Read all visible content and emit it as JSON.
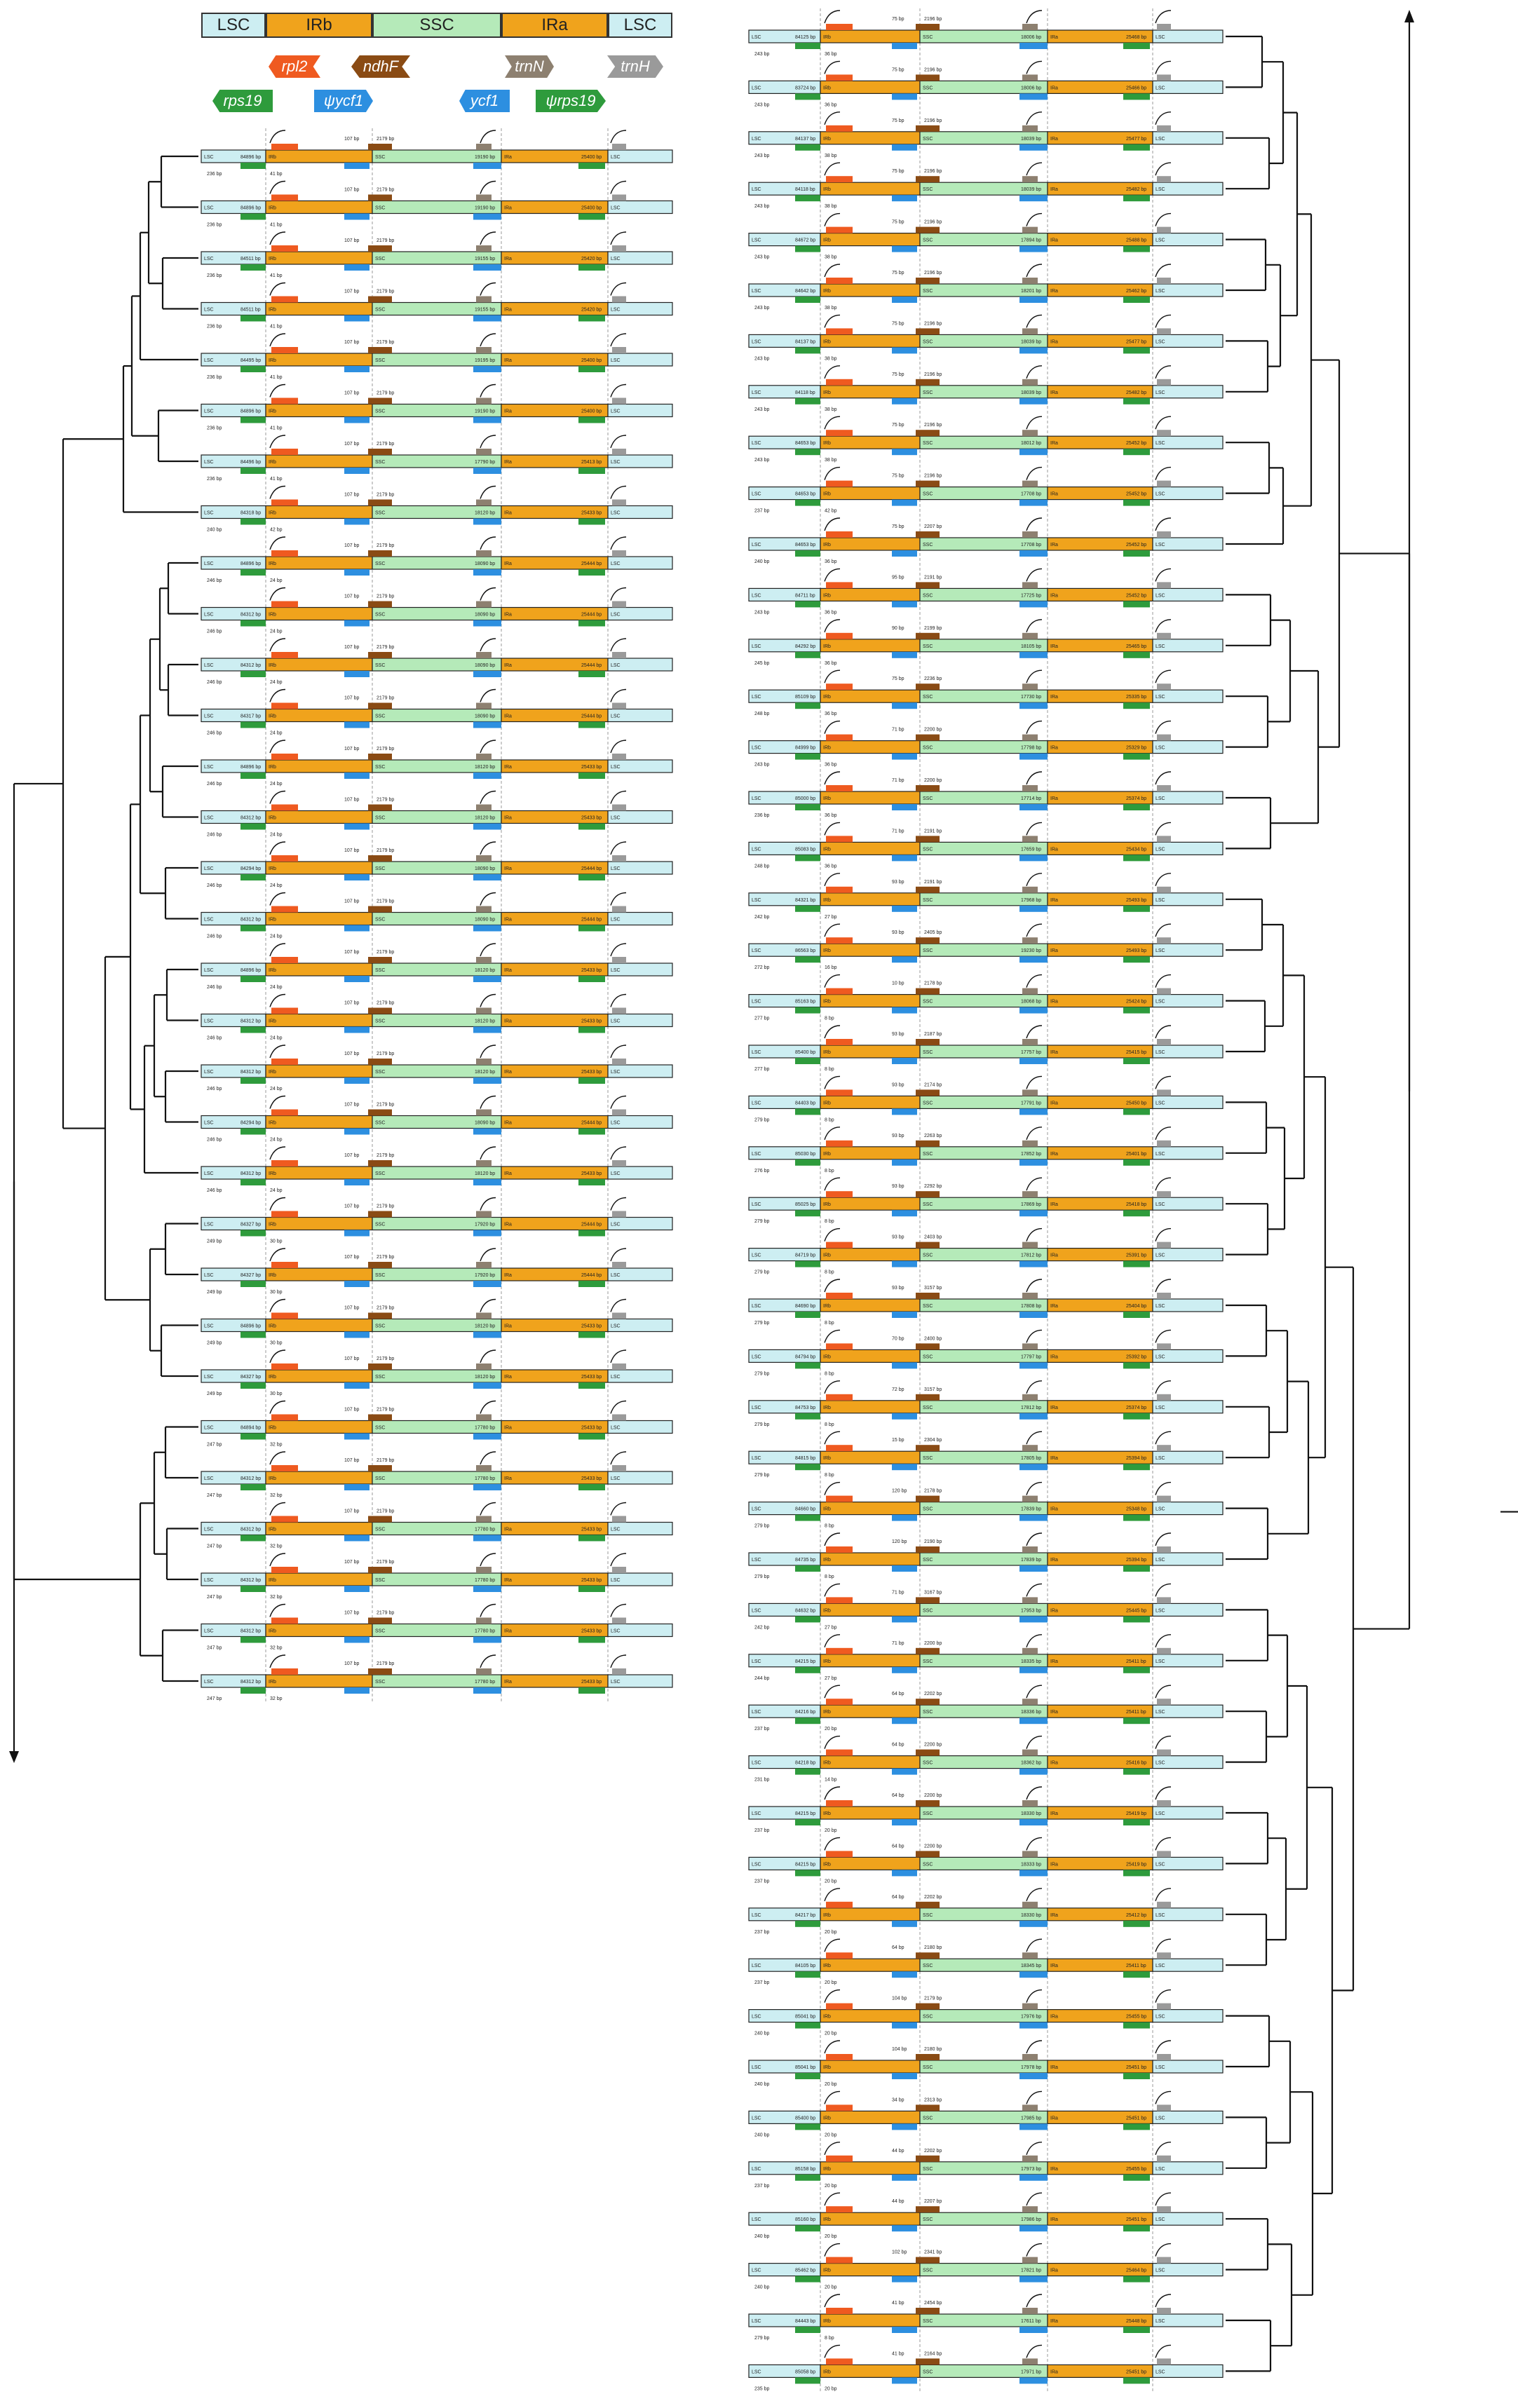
{
  "legend": {
    "regions": [
      {
        "id": "lsc1",
        "label": "LSC",
        "color": "#cdeef2"
      },
      {
        "id": "irb",
        "label": "IRb",
        "color": "#f0a31c"
      },
      {
        "id": "ssc",
        "label": "SSC",
        "color": "#b5eab9"
      },
      {
        "id": "ira",
        "label": "IRa",
        "color": "#f0a31c"
      },
      {
        "id": "lsc2",
        "label": "LSC",
        "color": "#cdeef2"
      }
    ],
    "genes_top": [
      {
        "name": "rpl2",
        "color": "#ef5a20",
        "text_color": "#ffffff"
      },
      {
        "name": "ndhF",
        "color": "#8a4b14",
        "text_color": "#ffffff"
      },
      {
        "name": "trnN",
        "color": "#8d8070",
        "text_color": "#ffffff"
      },
      {
        "name": "trnH",
        "color": "#9a9a9a",
        "text_color": "#ffffff"
      }
    ],
    "genes_bottom": [
      {
        "name": "rps19",
        "color": "#2e9b3c",
        "text_color": "#ffffff"
      },
      {
        "name": "ψycf1",
        "color": "#2d8fe0",
        "text_color": "#ffffff"
      },
      {
        "name": "ycf1",
        "color": "#2d8fe0",
        "text_color": "#ffffff"
      },
      {
        "name": "ψrps19",
        "color": "#2e9b3c",
        "text_color": "#ffffff"
      }
    ]
  },
  "colors": {
    "lsc": "#cdeef2",
    "ir": "#f0a31c",
    "ssc": "#b5eab9",
    "rpl2": "#ef5a20",
    "ndhF": "#8a4b14",
    "trnN": "#8d8070",
    "trnH": "#9a9a9a",
    "ycf1": "#2d8fe0",
    "rps19": "#2e9b3c",
    "tree": "#111111",
    "dashed": "#999999"
  },
  "track_labels": {
    "lsc": "LSC",
    "irb": "IRb",
    "ssc": "SSC",
    "ira": "IRa"
  },
  "column_left": {
    "genomes": 31,
    "lsc_lengths": [
      "84896 bp",
      "84896 bp",
      "84511 bp",
      "84511 bp",
      "84495 bp",
      "84896 bp",
      "84496 bp",
      "84318 bp",
      "84896 bp",
      "84312 bp",
      "84312 bp",
      "84317 bp",
      "84896 bp",
      "84312 bp",
      "84294 bp",
      "84312 bp",
      "84896 bp",
      "84312 bp",
      "84312 bp",
      "84294 bp",
      "84312 bp",
      "84327 bp",
      "84327 bp",
      "84896 bp",
      "84327 bp",
      "84894 bp",
      "84312 bp",
      "84312 bp",
      "84312 bp",
      "84312 bp",
      "84312 bp"
    ],
    "ir_lengths": [
      "25400 bp",
      "25400 bp",
      "25420 bp",
      "25420 bp",
      "25400 bp",
      "25400 bp",
      "25413 bp",
      "25433 bp",
      "25444 bp",
      "25444 bp",
      "25444 bp",
      "25444 bp",
      "25433 bp",
      "25433 bp",
      "25444 bp",
      "25444 bp",
      "25433 bp",
      "25433 bp",
      "25433 bp",
      "25444 bp",
      "25433 bp",
      "25444 bp",
      "25444 bp",
      "25433 bp",
      "25433 bp",
      "25433 bp",
      "25433 bp",
      "25433 bp",
      "25433 bp",
      "25433 bp",
      "25433 bp"
    ],
    "ssc_lengths": [
      "19190 bp",
      "19190 bp",
      "19155 bp",
      "19155 bp",
      "19195 bp",
      "19190 bp",
      "17790 bp",
      "18120 bp",
      "18090 bp",
      "18090 bp",
      "18090 bp",
      "18090 bp",
      "18120 bp",
      "18120 bp",
      "18090 bp",
      "18090 bp",
      "18120 bp",
      "18120 bp",
      "18120 bp",
      "18090 bp",
      "18120 bp",
      "17920 bp",
      "17920 bp",
      "18120 bp",
      "18120 bp",
      "17780 bp",
      "17780 bp",
      "17780 bp",
      "17780 bp",
      "17780 bp",
      "17780 bp"
    ],
    "top_labels": [
      "2179 bp",
      "2179 bp",
      "2179 bp",
      "2179 bp",
      "2179 bp",
      "2179 bp",
      "2179 bp",
      "2179 bp",
      "2179 bp",
      "2179 bp",
      "2179 bp",
      "2179 bp",
      "2179 bp",
      "2179 bp",
      "2179 bp",
      "2179 bp",
      "2179 bp",
      "2179 bp",
      "2179 bp",
      "2179 bp",
      "2179 bp",
      "2179 bp",
      "2179 bp",
      "2179 bp",
      "2179 bp",
      "2179 bp",
      "2179 bp",
      "2179 bp",
      "2179 bp",
      "2179 bp",
      "2179 bp"
    ],
    "mid_labels": [
      "107 bp",
      "107 bp",
      "107 bp",
      "107 bp",
      "107 bp",
      "107 bp",
      "107 bp",
      "107 bp",
      "107 bp",
      "107 bp",
      "107 bp",
      "107 bp",
      "107 bp",
      "107 bp",
      "107 bp",
      "107 bp",
      "107 bp",
      "107 bp",
      "107 bp",
      "107 bp",
      "107 bp",
      "107 bp",
      "107 bp",
      "107 bp",
      "107 bp",
      "107 bp",
      "107 bp",
      "107 bp",
      "107 bp",
      "107 bp",
      "107 bp"
    ],
    "left_bottom_labels": [
      "236 bp",
      "236 bp",
      "236 bp",
      "236 bp",
      "236 bp",
      "236 bp",
      "236 bp",
      "240 bp",
      "246 bp",
      "246 bp",
      "246 bp",
      "246 bp",
      "246 bp",
      "246 bp",
      "246 bp",
      "246 bp",
      "246 bp",
      "246 bp",
      "246 bp",
      "246 bp",
      "246 bp",
      "249 bp",
      "249 bp",
      "249 bp",
      "249 bp",
      "247 bp",
      "247 bp",
      "247 bp",
      "247 bp",
      "247 bp",
      "247 bp"
    ],
    "right_bottom_labels": [
      "41 bp",
      "41 bp",
      "41 bp",
      "41 bp",
      "41 bp",
      "41 bp",
      "41 bp",
      "42 bp",
      "24 bp",
      "24 bp",
      "24 bp",
      "24 bp",
      "24 bp",
      "24 bp",
      "24 bp",
      "24 bp",
      "24 bp",
      "24 bp",
      "24 bp",
      "24 bp",
      "24 bp",
      "30 bp",
      "30 bp",
      "30 bp",
      "30 bp",
      "32 bp",
      "32 bp",
      "32 bp",
      "32 bp",
      "32 bp",
      "32 bp"
    ]
  },
  "column_right": {
    "genomes": 47,
    "lsc_lengths": [
      "84125 bp",
      "83724 bp",
      "84137 bp",
      "84118 bp",
      "84672 bp",
      "84642 bp",
      "84137 bp",
      "84118 bp",
      "84653 bp",
      "84653 bp",
      "84653 bp",
      "84711 bp",
      "84292 bp",
      "85109 bp",
      "84999 bp",
      "85000 bp",
      "85083 bp",
      "84321 bp",
      "86563 bp",
      "85163 bp",
      "85400 bp",
      "84403 bp",
      "85030 bp",
      "85025 bp",
      "84719 bp",
      "84690 bp",
      "84794 bp",
      "84753 bp",
      "84815 bp",
      "84660 bp",
      "84735 bp",
      "84632 bp",
      "84215 bp",
      "84216 bp",
      "84218 bp",
      "84215 bp",
      "84215 bp",
      "84217 bp",
      "84105 bp",
      "85041 bp",
      "85041 bp",
      "85400 bp",
      "85158 bp",
      "85160 bp",
      "85462 bp",
      "84443 bp",
      "85058 bp"
    ],
    "ir_lengths": [
      "25468 bp",
      "25466 bp",
      "25477 bp",
      "25482 bp",
      "25488 bp",
      "25462 bp",
      "25477 bp",
      "25482 bp",
      "25452 bp",
      "25452 bp",
      "25452 bp",
      "25452 bp",
      "25465 bp",
      "25335 bp",
      "25329 bp",
      "25374 bp",
      "25434 bp",
      "25493 bp",
      "25493 bp",
      "25424 bp",
      "25415 bp",
      "25450 bp",
      "25401 bp",
      "25418 bp",
      "25391 bp",
      "25404 bp",
      "25392 bp",
      "25374 bp",
      "25394 bp",
      "25348 bp",
      "25394 bp",
      "25445 bp",
      "25411 bp",
      "25411 bp",
      "25416 bp",
      "25419 bp",
      "25419 bp",
      "25412 bp",
      "25411 bp",
      "25455 bp",
      "25451 bp",
      "25451 bp",
      "25455 bp",
      "25451 bp",
      "25464 bp",
      "25448 bp",
      "25451 bp"
    ],
    "ssc_lengths": [
      "18006 bp",
      "18006 bp",
      "18039 bp",
      "18039 bp",
      "17894 bp",
      "18201 bp",
      "18039 bp",
      "18039 bp",
      "18012 bp",
      "17708 bp",
      "17708 bp",
      "17725 bp",
      "18105 bp",
      "17730 bp",
      "17798 bp",
      "17714 bp",
      "17659 bp",
      "17968 bp",
      "19230 bp",
      "18068 bp",
      "17757 bp",
      "17791 bp",
      "17852 bp",
      "17869 bp",
      "17812 bp",
      "17808 bp",
      "17797 bp",
      "17812 bp",
      "17805 bp",
      "17839 bp",
      "17839 bp",
      "17953 bp",
      "18335 bp",
      "18336 bp",
      "18362 bp",
      "18330 bp",
      "18333 bp",
      "18330 bp",
      "18345 bp",
      "17976 bp",
      "17978 bp",
      "17985 bp",
      "17973 bp",
      "17986 bp",
      "17821 bp",
      "17611 bp",
      "17971 bp"
    ],
    "top_labels": [
      "2196 bp",
      "2196 bp",
      "2196 bp",
      "2196 bp",
      "2196 bp",
      "2196 bp",
      "2196 bp",
      "2196 bp",
      "2196 bp",
      "2196 bp",
      "2207 bp",
      "2191 bp",
      "2199 bp",
      "2236 bp",
      "2200 bp",
      "2200 bp",
      "2191 bp",
      "2191 bp",
      "2405 bp",
      "2178 bp",
      "2187 bp",
      "2174 bp",
      "2263 bp",
      "2292 bp",
      "2403 bp",
      "3157 bp",
      "2400 bp",
      "3157 bp",
      "2304 bp",
      "2178 bp",
      "2190 bp",
      "3167 bp",
      "2200 bp",
      "2202 bp",
      "2200 bp",
      "2200 bp",
      "2200 bp",
      "2202 bp",
      "2180 bp",
      "2179 bp",
      "2180 bp",
      "2313 bp",
      "2202 bp",
      "2207 bp",
      "2341 bp",
      "2454 bp",
      "2164 bp"
    ],
    "mid_labels": [
      "75 bp",
      "75 bp",
      "75 bp",
      "75 bp",
      "75 bp",
      "75 bp",
      "75 bp",
      "75 bp",
      "75 bp",
      "75 bp",
      "75 bp",
      "95 bp",
      "90 bp",
      "75 bp",
      "71 bp",
      "71 bp",
      "71 bp",
      "93 bp",
      "93 bp",
      "10 bp",
      "93 bp",
      "93 bp",
      "93 bp",
      "93 bp",
      "93 bp",
      "93 bp",
      "70 bp",
      "72 bp",
      "15 bp",
      "120 bp",
      "120 bp",
      "71 bp",
      "71 bp",
      "64 bp",
      "64 bp",
      "64 bp",
      "64 bp",
      "64 bp",
      "64 bp",
      "104 bp",
      "104 bp",
      "34 bp",
      "44 bp",
      "44 bp",
      "102 bp",
      "41 bp",
      "41 bp"
    ],
    "left_bottom_labels": [
      "243 bp",
      "243 bp",
      "243 bp",
      "243 bp",
      "243 bp",
      "243 bp",
      "243 bp",
      "243 bp",
      "243 bp",
      "237 bp",
      "240 bp",
      "243 bp",
      "245 bp",
      "248 bp",
      "243 bp",
      "236 bp",
      "248 bp",
      "242 bp",
      "272 bp",
      "277 bp",
      "277 bp",
      "279 bp",
      "276 bp",
      "279 bp",
      "279 bp",
      "279 bp",
      "279 bp",
      "279 bp",
      "279 bp",
      "279 bp",
      "279 bp",
      "242 bp",
      "244 bp",
      "237 bp",
      "231 bp",
      "237 bp",
      "237 bp",
      "237 bp",
      "237 bp",
      "240 bp",
      "240 bp",
      "240 bp",
      "237 bp",
      "240 bp",
      "240 bp",
      "279 bp",
      "235 bp"
    ],
    "right_bottom_labels": [
      "36 bp",
      "36 bp",
      "38 bp",
      "38 bp",
      "38 bp",
      "38 bp",
      "38 bp",
      "38 bp",
      "38 bp",
      "42 bp",
      "36 bp",
      "36 bp",
      "36 bp",
      "36 bp",
      "36 bp",
      "36 bp",
      "36 bp",
      "27 bp",
      "16 bp",
      "8 bp",
      "8 bp",
      "8 bp",
      "8 bp",
      "8 bp",
      "8 bp",
      "8 bp",
      "8 bp",
      "8 bp",
      "8 bp",
      "8 bp",
      "8 bp",
      "27 bp",
      "27 bp",
      "20 bp",
      "14 bp",
      "20 bp",
      "20 bp",
      "20 bp",
      "20 bp",
      "20 bp",
      "20 bp",
      "20 bp",
      "20 bp",
      "20 bp",
      "20 bp",
      "8 bp",
      "20 bp"
    ]
  }
}
